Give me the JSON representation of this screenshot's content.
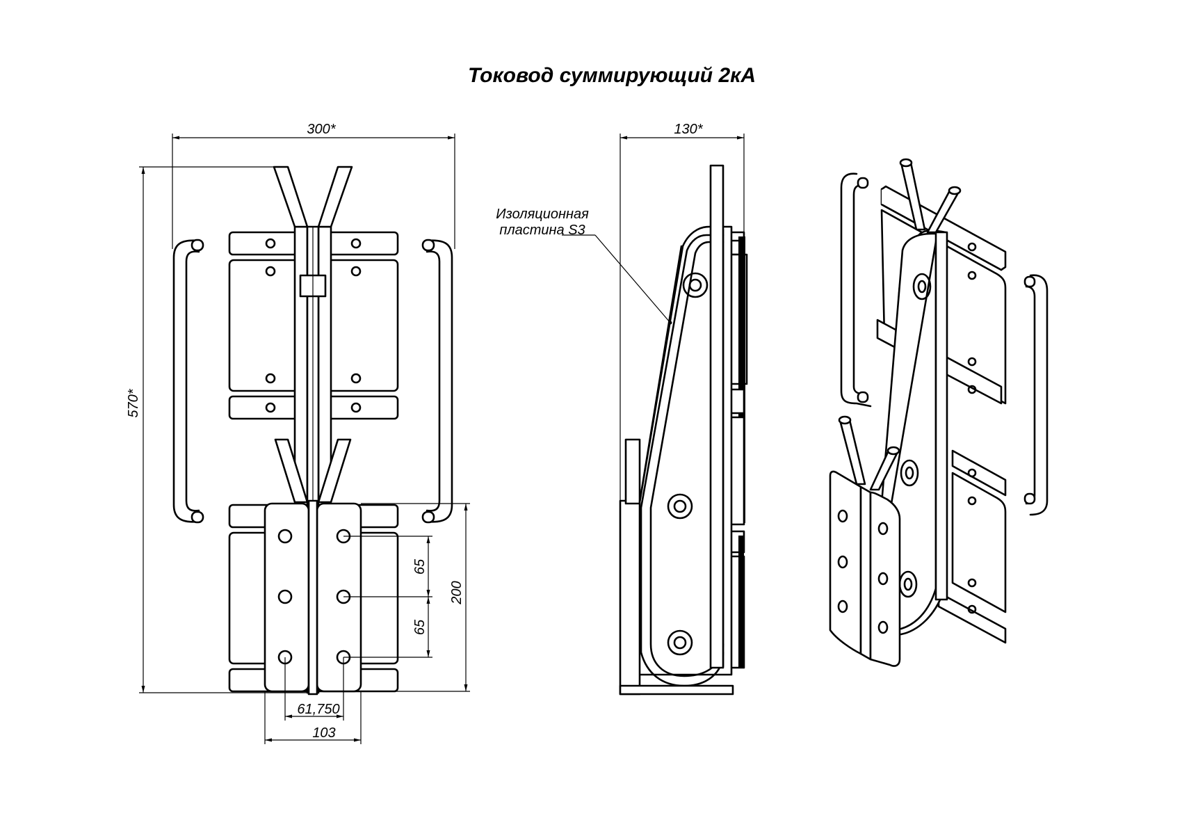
{
  "title": "Токовод суммирующий 2кА",
  "callout": {
    "line1": "Изоляционная",
    "line2": "пластина S3"
  },
  "dimensions": {
    "width_front": "300*",
    "height_front": "570*",
    "width_side": "130*",
    "pitch_top": "65",
    "pitch_bottom": "65",
    "block_height": "200",
    "hole_spacing": "61,750",
    "block_width": "103"
  }
}
